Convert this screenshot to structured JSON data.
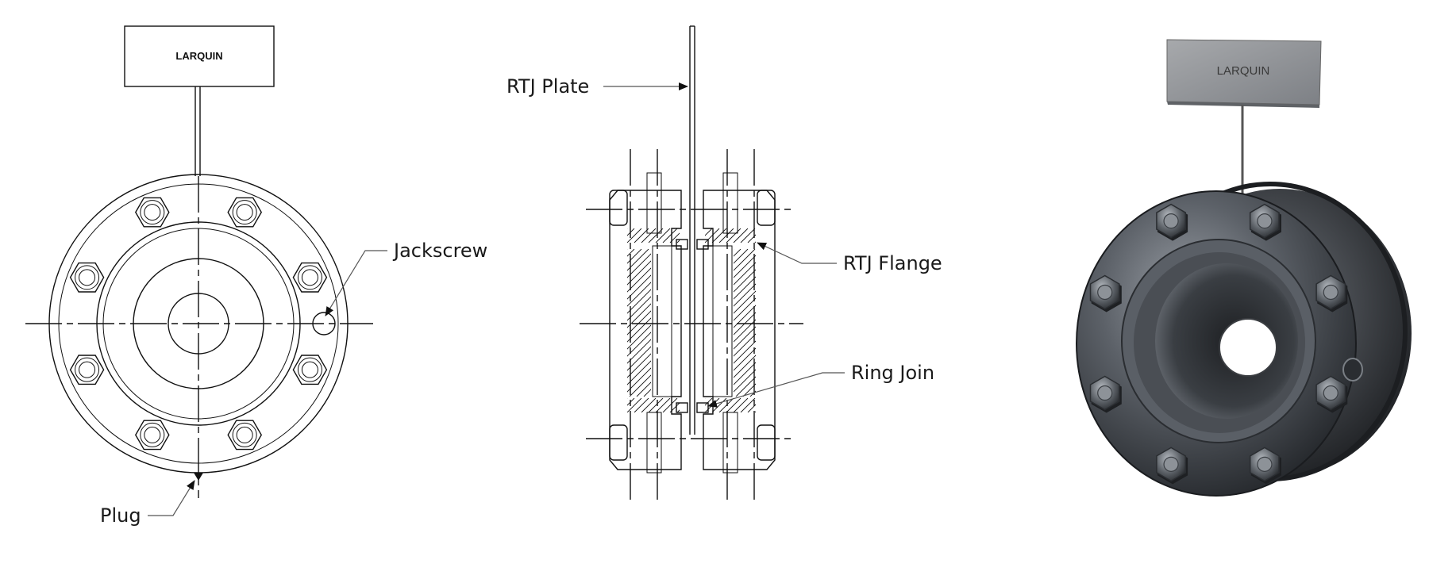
{
  "tag": {
    "label": "LARQUIN"
  },
  "front_view": {
    "labels": {
      "jackscrew": "Jackscrew",
      "plug": "Plug"
    }
  },
  "section_view": {
    "labels": {
      "rtj_plate": "RTJ Plate",
      "rtj_flange": "RTJ Flange",
      "ring_join": "Ring Join"
    }
  },
  "render_view": {
    "tag_label": "LARQUIN"
  }
}
